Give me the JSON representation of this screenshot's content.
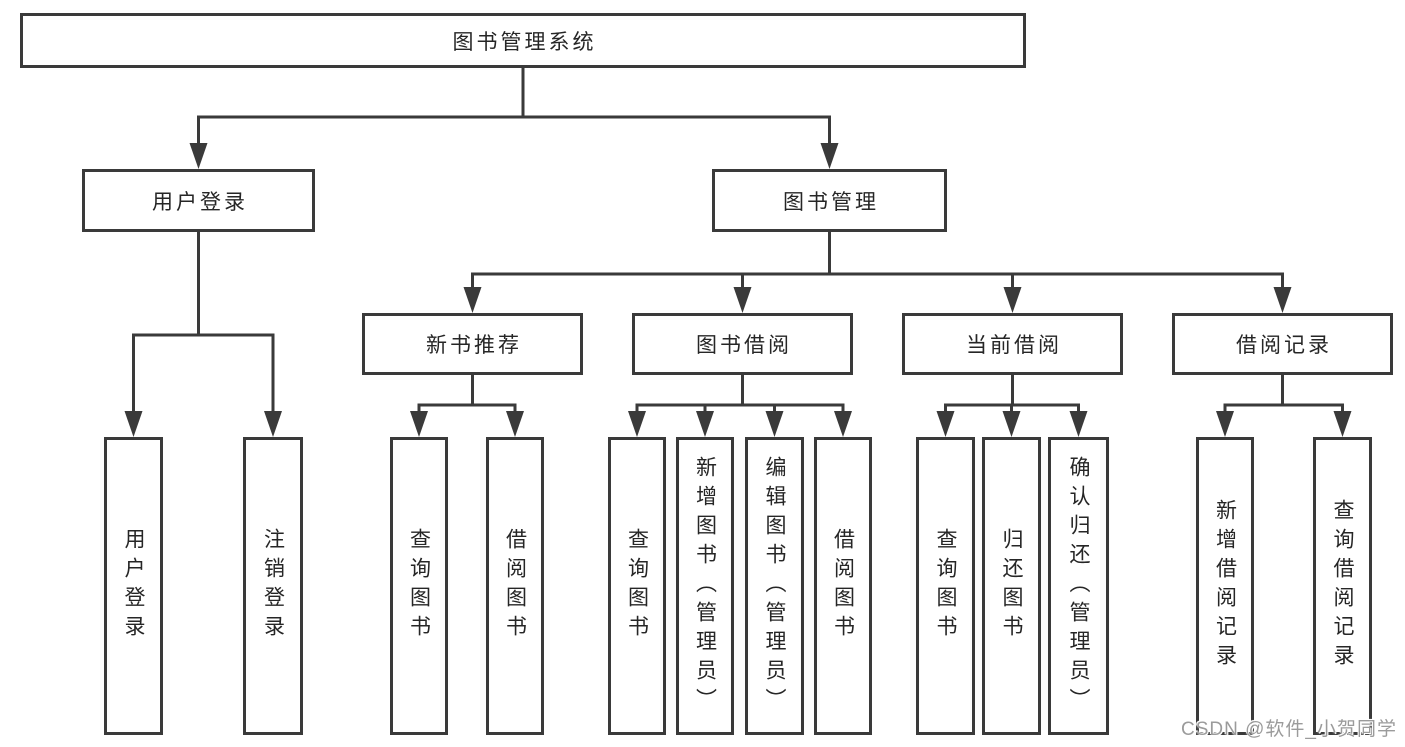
{
  "diagram_type": "hierarchy-tree",
  "colors": {
    "line": "#3a3a3a",
    "text": "#262626",
    "box_background": "#ffffff",
    "watermark": "#9b9b9b",
    "background": "#ffffff"
  },
  "watermark": {
    "text": "CSDN @软件_小贺同学"
  },
  "tree": {
    "root": {
      "label": "图书管理系统",
      "children": [
        {
          "label": "用户登录",
          "children": [
            {
              "label": "用户登录"
            },
            {
              "label": "注销登录"
            }
          ]
        },
        {
          "label": "图书管理",
          "children": [
            {
              "label": "新书推荐",
              "children": [
                {
                  "label": "查询图书"
                },
                {
                  "label": "借阅图书"
                }
              ]
            },
            {
              "label": "图书借阅",
              "children": [
                {
                  "label": "查询图书"
                },
                {
                  "label": "新增图书（管理员）"
                },
                {
                  "label": "编辑图书（管理员）"
                },
                {
                  "label": "借阅图书"
                }
              ]
            },
            {
              "label": "当前借阅",
              "children": [
                {
                  "label": "查询图书"
                },
                {
                  "label": "归还图书"
                },
                {
                  "label": "确认归还（管理员）"
                }
              ]
            },
            {
              "label": "借阅记录",
              "children": [
                {
                  "label": "新增借阅记录"
                },
                {
                  "label": "查询借阅记录"
                }
              ]
            }
          ]
        }
      ]
    }
  }
}
